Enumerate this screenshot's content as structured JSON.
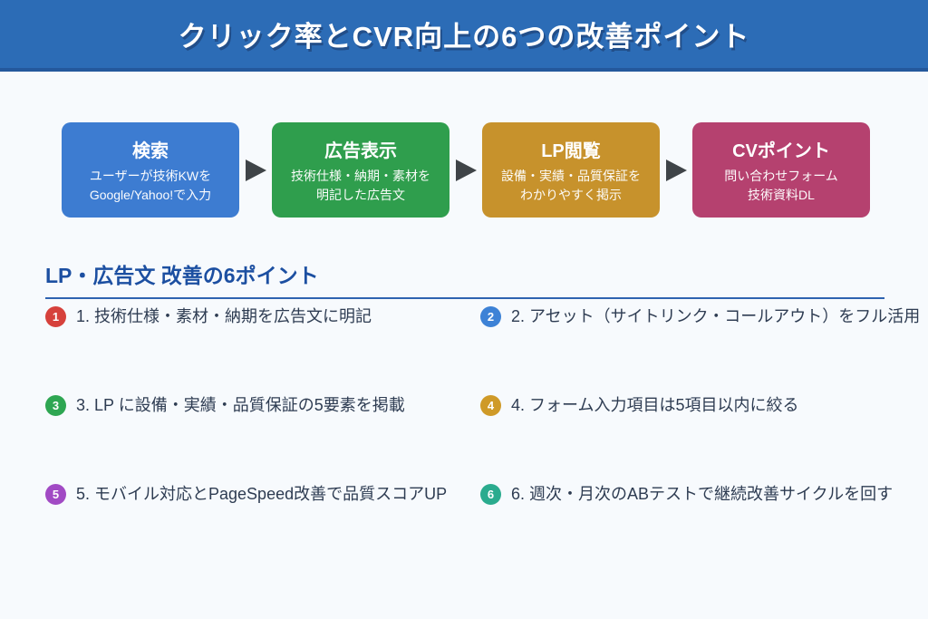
{
  "slide": {
    "title": "クリック率とCVR向上の6つの改善ポイント"
  },
  "colors": {
    "header_bg": "#2c6cb6",
    "header_border": "#24589c",
    "page_bg": "#f7fafd",
    "heading_text": "#1c4fa1",
    "item_text": "#2e3c52",
    "arrow": "#3f4448"
  },
  "funnel": {
    "steps": [
      {
        "title": "検索",
        "line1": "ユーザーが技術KWを",
        "line2": "Google/Yahoo!で入力",
        "color": "#3d7cd1"
      },
      {
        "title": "広告表示",
        "line1": "技術仕様・納期・素材を",
        "line2": "明記した広告文",
        "color": "#2f9e4d"
      },
      {
        "title": "LP閲覧",
        "line1": "設備・実績・品質保証を",
        "line2": "わかりやすく掲示",
        "color": "#c7922c"
      },
      {
        "title": "CVポイント",
        "line1": "問い合わせフォーム",
        "line2": "技術資料DL",
        "color": "#b5416f"
      }
    ]
  },
  "points": {
    "heading": "LP・広告文 改善の6ポイント",
    "items": [
      {
        "num": "1",
        "text": "1. 技術仕様・素材・納期を広告文に明記",
        "color": "#d6413c"
      },
      {
        "num": "2",
        "text": "2. アセット（サイトリンク・コールアウト）をフル活用",
        "color": "#3d82d6"
      },
      {
        "num": "3",
        "text": "3. LP に設備・実績・品質保証の5要素を掲載",
        "color": "#2ea652"
      },
      {
        "num": "4",
        "text": "4. フォーム入力項目は5項目以内に絞る",
        "color": "#cf9a28"
      },
      {
        "num": "5",
        "text": "5. モバイル対応とPageSpeed改善で品質スコアUP",
        "color": "#a14ac4"
      },
      {
        "num": "6",
        "text": "6. 週次・月次のABテストで継続改善サイクルを回す",
        "color": "#2aab8e"
      }
    ]
  }
}
